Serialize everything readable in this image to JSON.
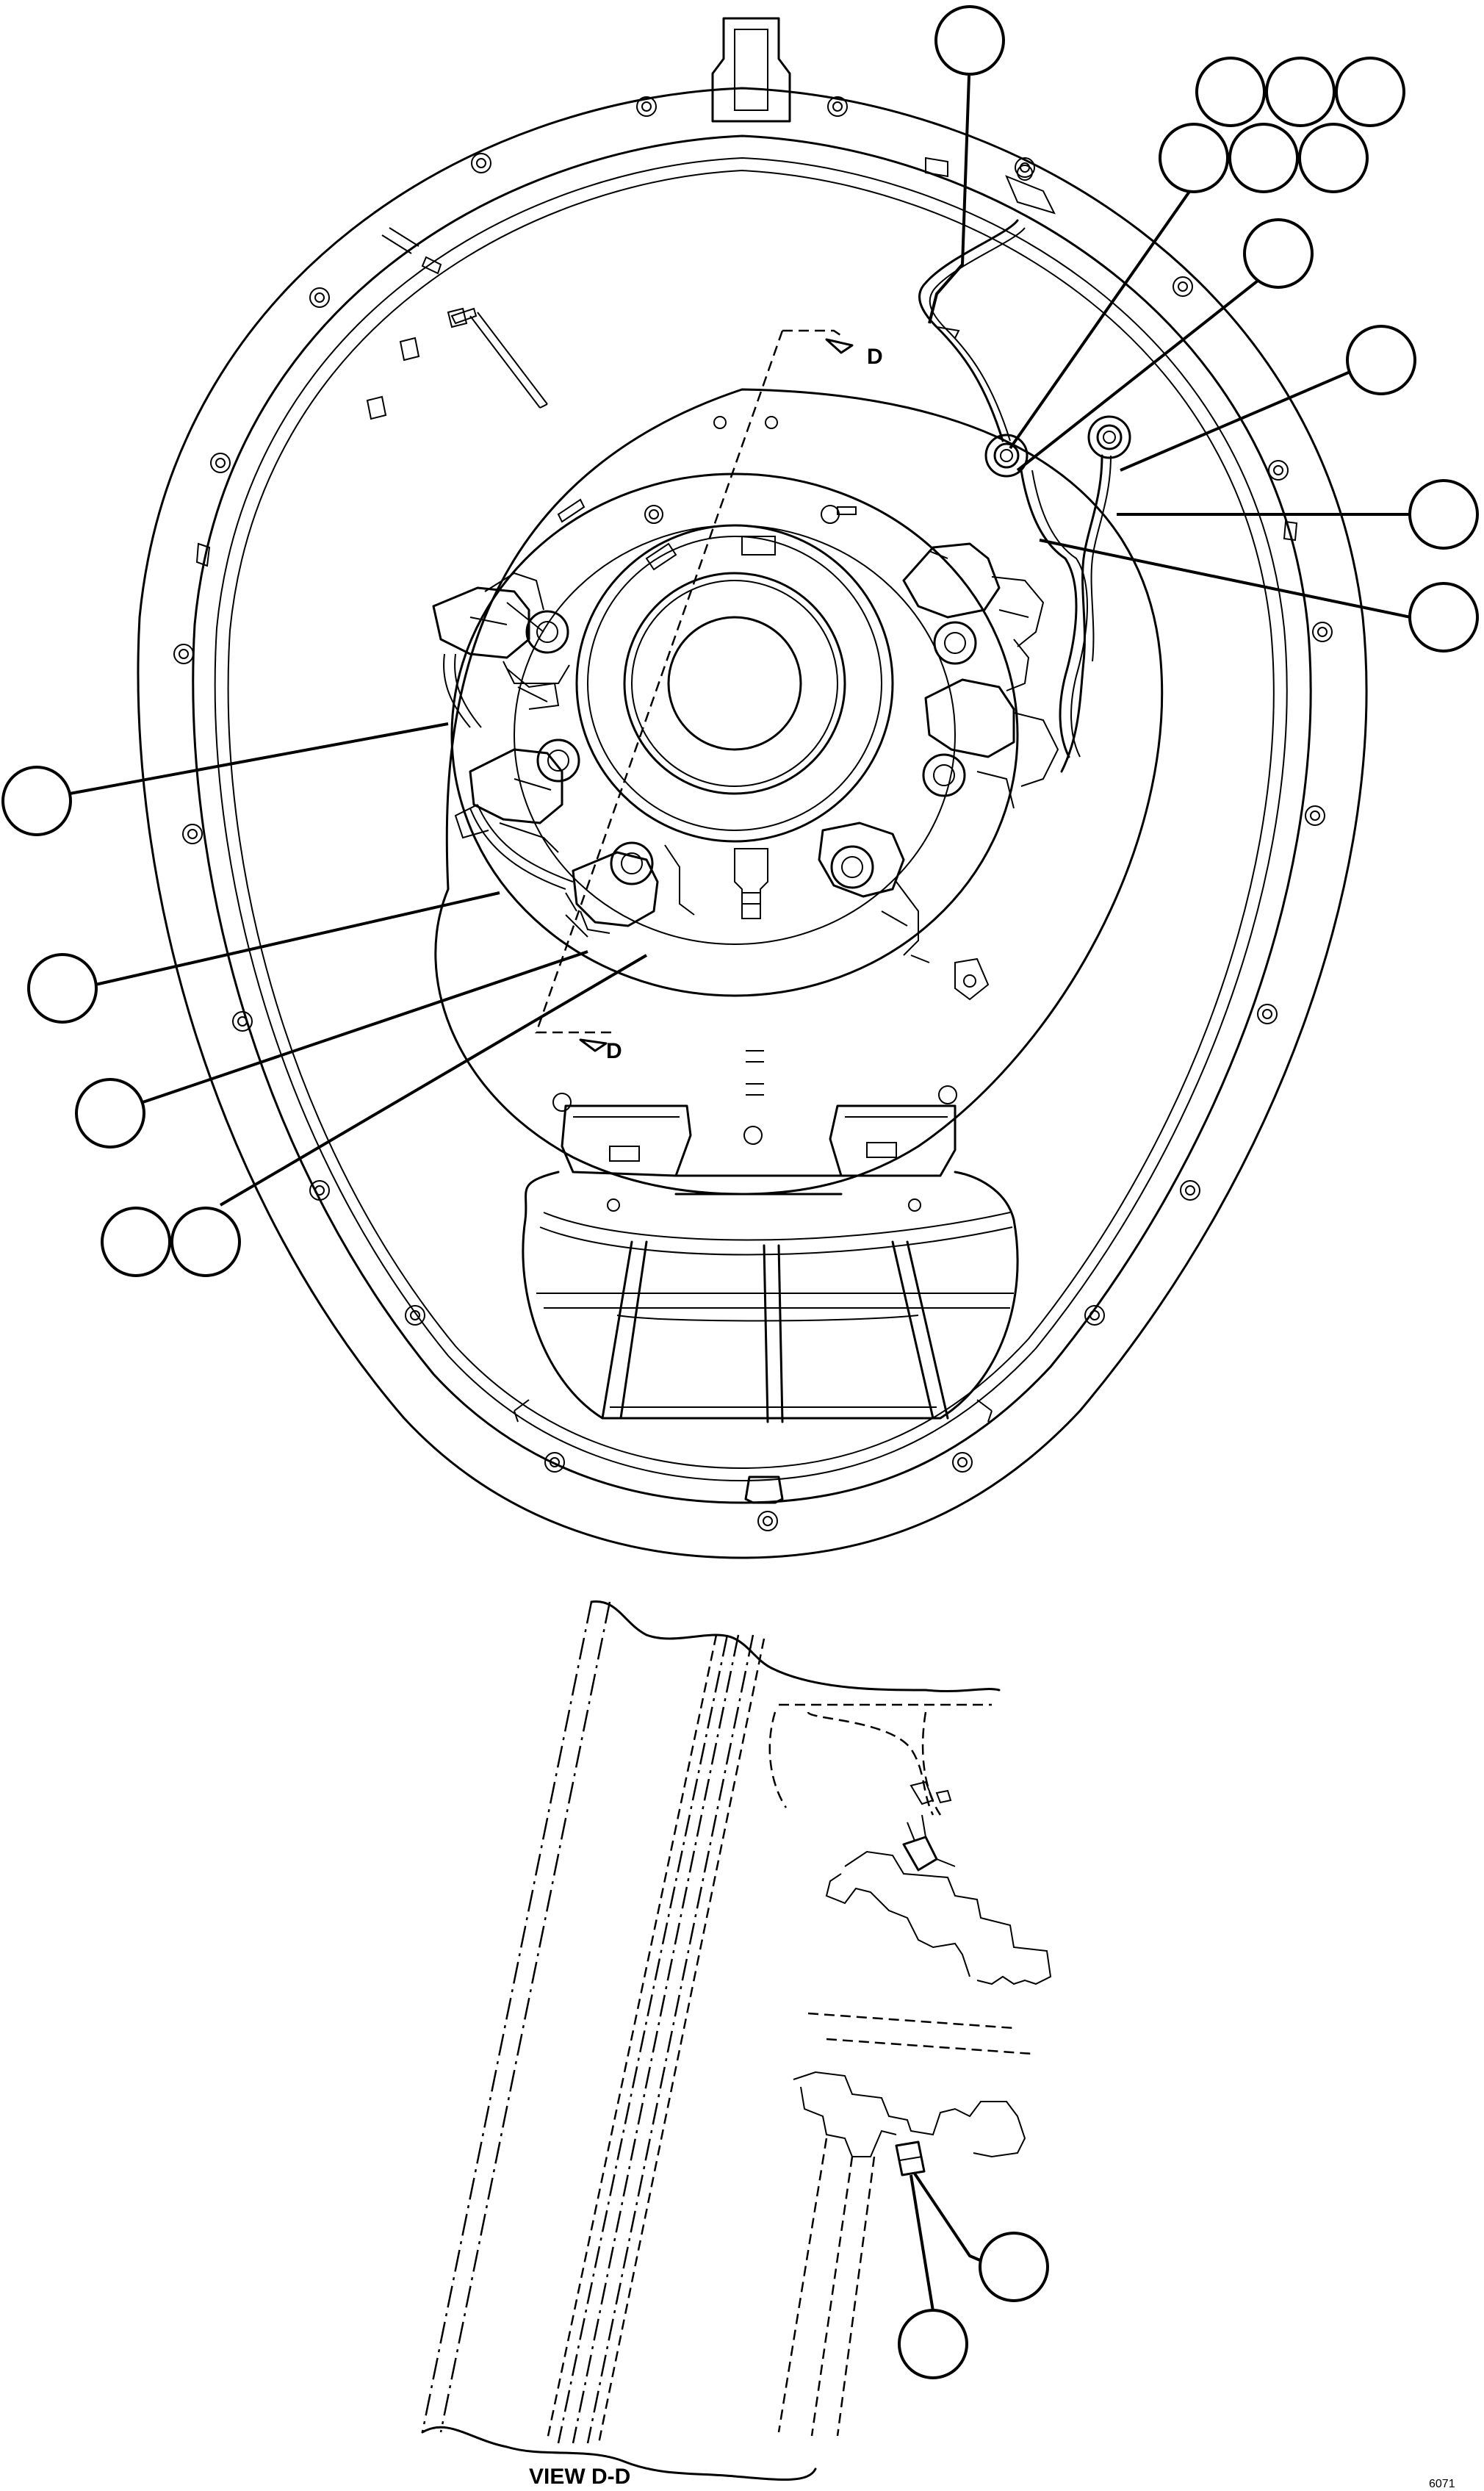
{
  "drawing": {
    "view_label": "VIEW D-D",
    "section_marker_letter": "D",
    "sheet_code": "6071"
  }
}
